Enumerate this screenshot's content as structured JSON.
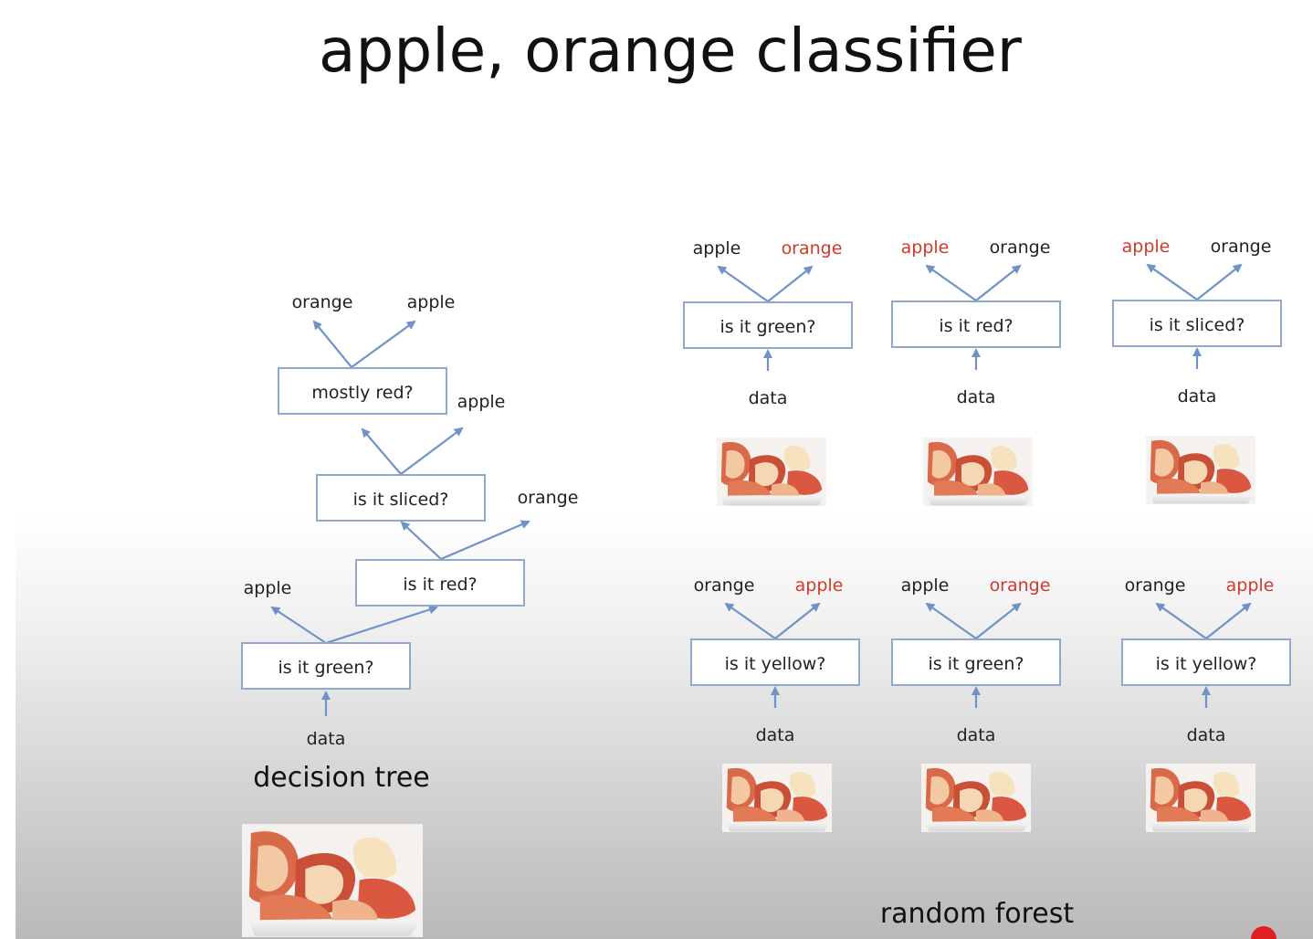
{
  "slide": {
    "title": "apple, orange classifier"
  },
  "colors": {
    "arrow": "#6f93c6",
    "box_border": "#8fa8cc",
    "highlight_label": "#d0392b",
    "text": "#222222"
  },
  "decision_tree": {
    "caption": "decision tree",
    "input_label": "data",
    "image": "apple-slices-photo",
    "nodes": [
      {
        "question": "is it green?",
        "leaf": "apple"
      },
      {
        "question": "is it red?",
        "leaf": "orange"
      },
      {
        "question": "is it sliced?",
        "leaf": "apple"
      },
      {
        "question": "mostly red?",
        "leaf_left": "orange",
        "leaf_right": "apple"
      }
    ]
  },
  "random_forest": {
    "caption": "random forest",
    "trees": [
      {
        "question": "is it green?",
        "left": "apple",
        "right": "orange",
        "highlight": "right",
        "input_label": "data",
        "image": "apple-slices-photo"
      },
      {
        "question": "is it red?",
        "left": "apple",
        "right": "orange",
        "highlight": "left",
        "input_label": "data",
        "image": "apple-slices-photo"
      },
      {
        "question": "is it sliced?",
        "left": "apple",
        "right": "orange",
        "highlight": "left",
        "input_label": "data",
        "image": "apple-slices-photo"
      },
      {
        "question": "is it yellow?",
        "left": "orange",
        "right": "apple",
        "highlight": "right",
        "input_label": "data",
        "image": "apple-slices-photo"
      },
      {
        "question": "is it green?",
        "left": "apple",
        "right": "orange",
        "highlight": "right",
        "input_label": "data",
        "image": "apple-slices-photo"
      },
      {
        "question": "is it yellow?",
        "left": "orange",
        "right": "apple",
        "highlight": "right",
        "input_label": "data",
        "image": "apple-slices-photo"
      }
    ]
  }
}
